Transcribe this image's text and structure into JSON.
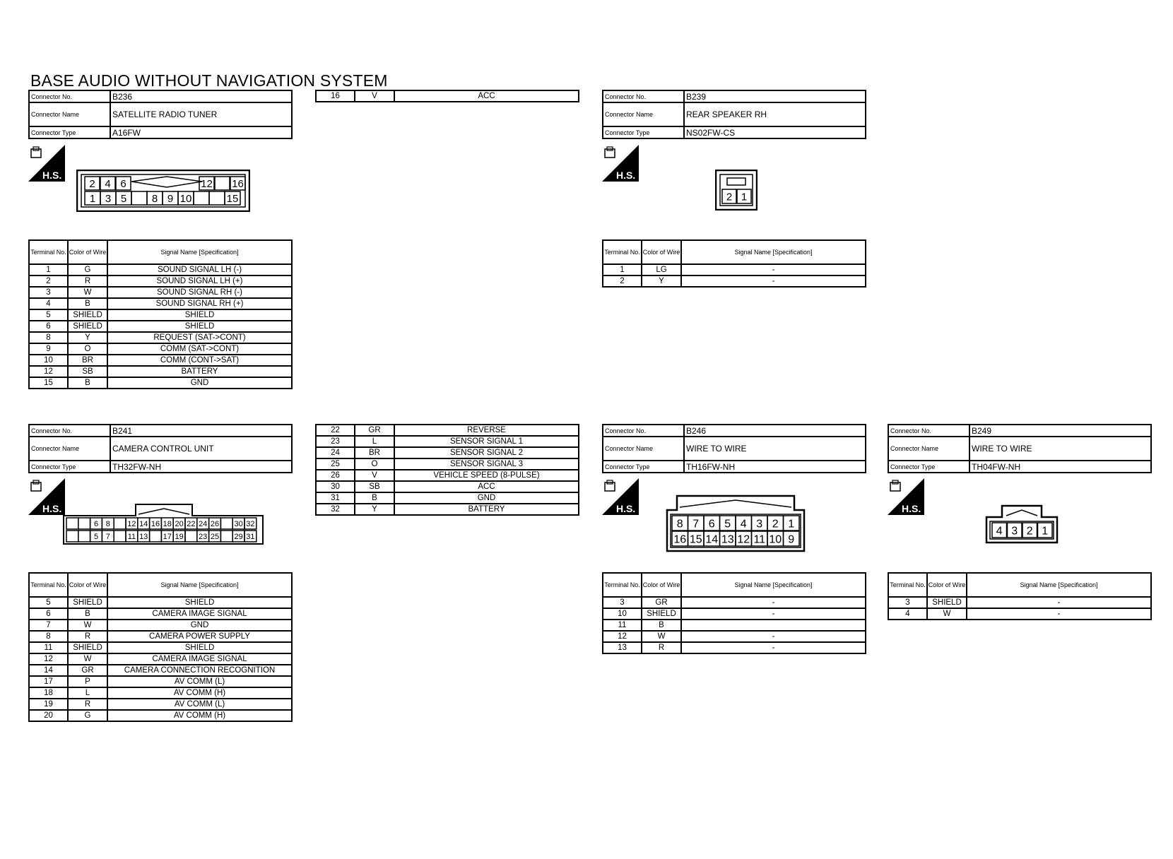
{
  "page_title": "BASE AUDIO WITHOUT NAVIGATION SYSTEM",
  "labels": {
    "connector_no": "Connector No.",
    "connector_name": "Connector Name",
    "connector_type": "Connector Type",
    "terminal_no": "Terminal No.",
    "color_of_wire": "Color of Wire",
    "signal_name": "Signal Name [Specification]",
    "hs_badge": "H.S."
  },
  "connectors": [
    {
      "no": "B236",
      "name": "SATELLITE RADIO TUNER",
      "type": "A16FW",
      "pins_top": [
        "2",
        "4",
        "6",
        "",
        "",
        "12",
        "",
        "16"
      ],
      "pins_bottom": [
        "1",
        "3",
        "5",
        "",
        "8",
        "9",
        "10",
        "",
        "",
        "15"
      ],
      "rows": [
        {
          "t": "1",
          "c": "G",
          "s": "SOUND SIGNAL LH (-)"
        },
        {
          "t": "2",
          "c": "R",
          "s": "SOUND SIGNAL LH (+)"
        },
        {
          "t": "3",
          "c": "W",
          "s": "SOUND SIGNAL RH (-)"
        },
        {
          "t": "4",
          "c": "B",
          "s": "SOUND SIGNAL RH (+)"
        },
        {
          "t": "5",
          "c": "SHIELD",
          "s": "SHIELD"
        },
        {
          "t": "6",
          "c": "SHIELD",
          "s": "SHIELD"
        },
        {
          "t": "8",
          "c": "Y",
          "s": "REQUEST (SAT->CONT)"
        },
        {
          "t": "9",
          "c": "O",
          "s": "COMM (SAT->CONT)"
        },
        {
          "t": "10",
          "c": "BR",
          "s": "COMM (CONT->SAT)"
        },
        {
          "t": "12",
          "c": "SB",
          "s": "BATTERY"
        },
        {
          "t": "15",
          "c": "B",
          "s": "GND"
        }
      ],
      "continued_rows": [
        {
          "t": "16",
          "c": "V",
          "s": "ACC"
        }
      ]
    },
    {
      "no": "B239",
      "name": "REAR SPEAKER RH",
      "type": "NS02FW-CS",
      "pins": [
        "2",
        "1"
      ],
      "rows": [
        {
          "t": "1",
          "c": "LG",
          "s": "-"
        },
        {
          "t": "2",
          "c": "Y",
          "s": "-"
        }
      ]
    },
    {
      "no": "B241",
      "name": "CAMERA CONTROL UNIT",
      "type": "TH32FW-NH",
      "pins_top": [
        "",
        "",
        "6",
        "8",
        "",
        "12",
        "14",
        "16",
        "18",
        "20",
        "22",
        "24",
        "26",
        "",
        "30",
        "32"
      ],
      "pins_bottom": [
        "",
        "",
        "5",
        "7",
        "",
        "11",
        "13",
        "",
        "17",
        "19",
        "",
        "23",
        "25",
        "",
        "29",
        "31"
      ],
      "rows": [
        {
          "t": "5",
          "c": "SHIELD",
          "s": "SHIELD"
        },
        {
          "t": "6",
          "c": "B",
          "s": "CAMERA IMAGE SIGNAL"
        },
        {
          "t": "7",
          "c": "W",
          "s": "GND"
        },
        {
          "t": "8",
          "c": "R",
          "s": "CAMERA POWER SUPPLY"
        },
        {
          "t": "11",
          "c": "SHIELD",
          "s": "SHIELD"
        },
        {
          "t": "12",
          "c": "W",
          "s": "CAMERA IMAGE SIGNAL"
        },
        {
          "t": "14",
          "c": "GR",
          "s": "CAMERA CONNECTION RECOGNITION"
        },
        {
          "t": "17",
          "c": "P",
          "s": "AV COMM (L)"
        },
        {
          "t": "18",
          "c": "L",
          "s": "AV COMM (H)"
        },
        {
          "t": "19",
          "c": "R",
          "s": "AV COMM (L)"
        },
        {
          "t": "20",
          "c": "G",
          "s": "AV COMM (H)"
        }
      ],
      "continued_rows": [
        {
          "t": "22",
          "c": "GR",
          "s": "REVERSE"
        },
        {
          "t": "23",
          "c": "L",
          "s": "SENSOR SIGNAL 1"
        },
        {
          "t": "24",
          "c": "BR",
          "s": "SENSOR SIGNAL 2"
        },
        {
          "t": "25",
          "c": "O",
          "s": "SENSOR SIGNAL 3"
        },
        {
          "t": "26",
          "c": "V",
          "s": "VEHICLE SPEED (8-PULSE)"
        },
        {
          "t": "30",
          "c": "SB",
          "s": "ACC"
        },
        {
          "t": "31",
          "c": "B",
          "s": "GND"
        },
        {
          "t": "32",
          "c": "Y",
          "s": "BATTERY"
        }
      ]
    },
    {
      "no": "B246",
      "name": "WIRE TO WIRE",
      "type": "TH16FW-NH",
      "pins_top": [
        "8",
        "7",
        "6",
        "5",
        "4",
        "3",
        "2",
        "1"
      ],
      "pins_bottom": [
        "16",
        "15",
        "14",
        "13",
        "12",
        "11",
        "10",
        "9"
      ],
      "rows": [
        {
          "t": "3",
          "c": "GR",
          "s": "-"
        },
        {
          "t": "10",
          "c": "SHIELD",
          "s": "-"
        },
        {
          "t": "11",
          "c": "B",
          "s": ""
        },
        {
          "t": "12",
          "c": "W",
          "s": "-"
        },
        {
          "t": "13",
          "c": "R",
          "s": "-"
        }
      ]
    },
    {
      "no": "B249",
      "name": "WIRE TO WIRE",
      "type": "TH04FW-NH",
      "pins": [
        "4",
        "3",
        "2",
        "1"
      ],
      "rows": [
        {
          "t": "3",
          "c": "SHIELD",
          "s": "-"
        },
        {
          "t": "4",
          "c": "W",
          "s": "-"
        }
      ]
    }
  ]
}
